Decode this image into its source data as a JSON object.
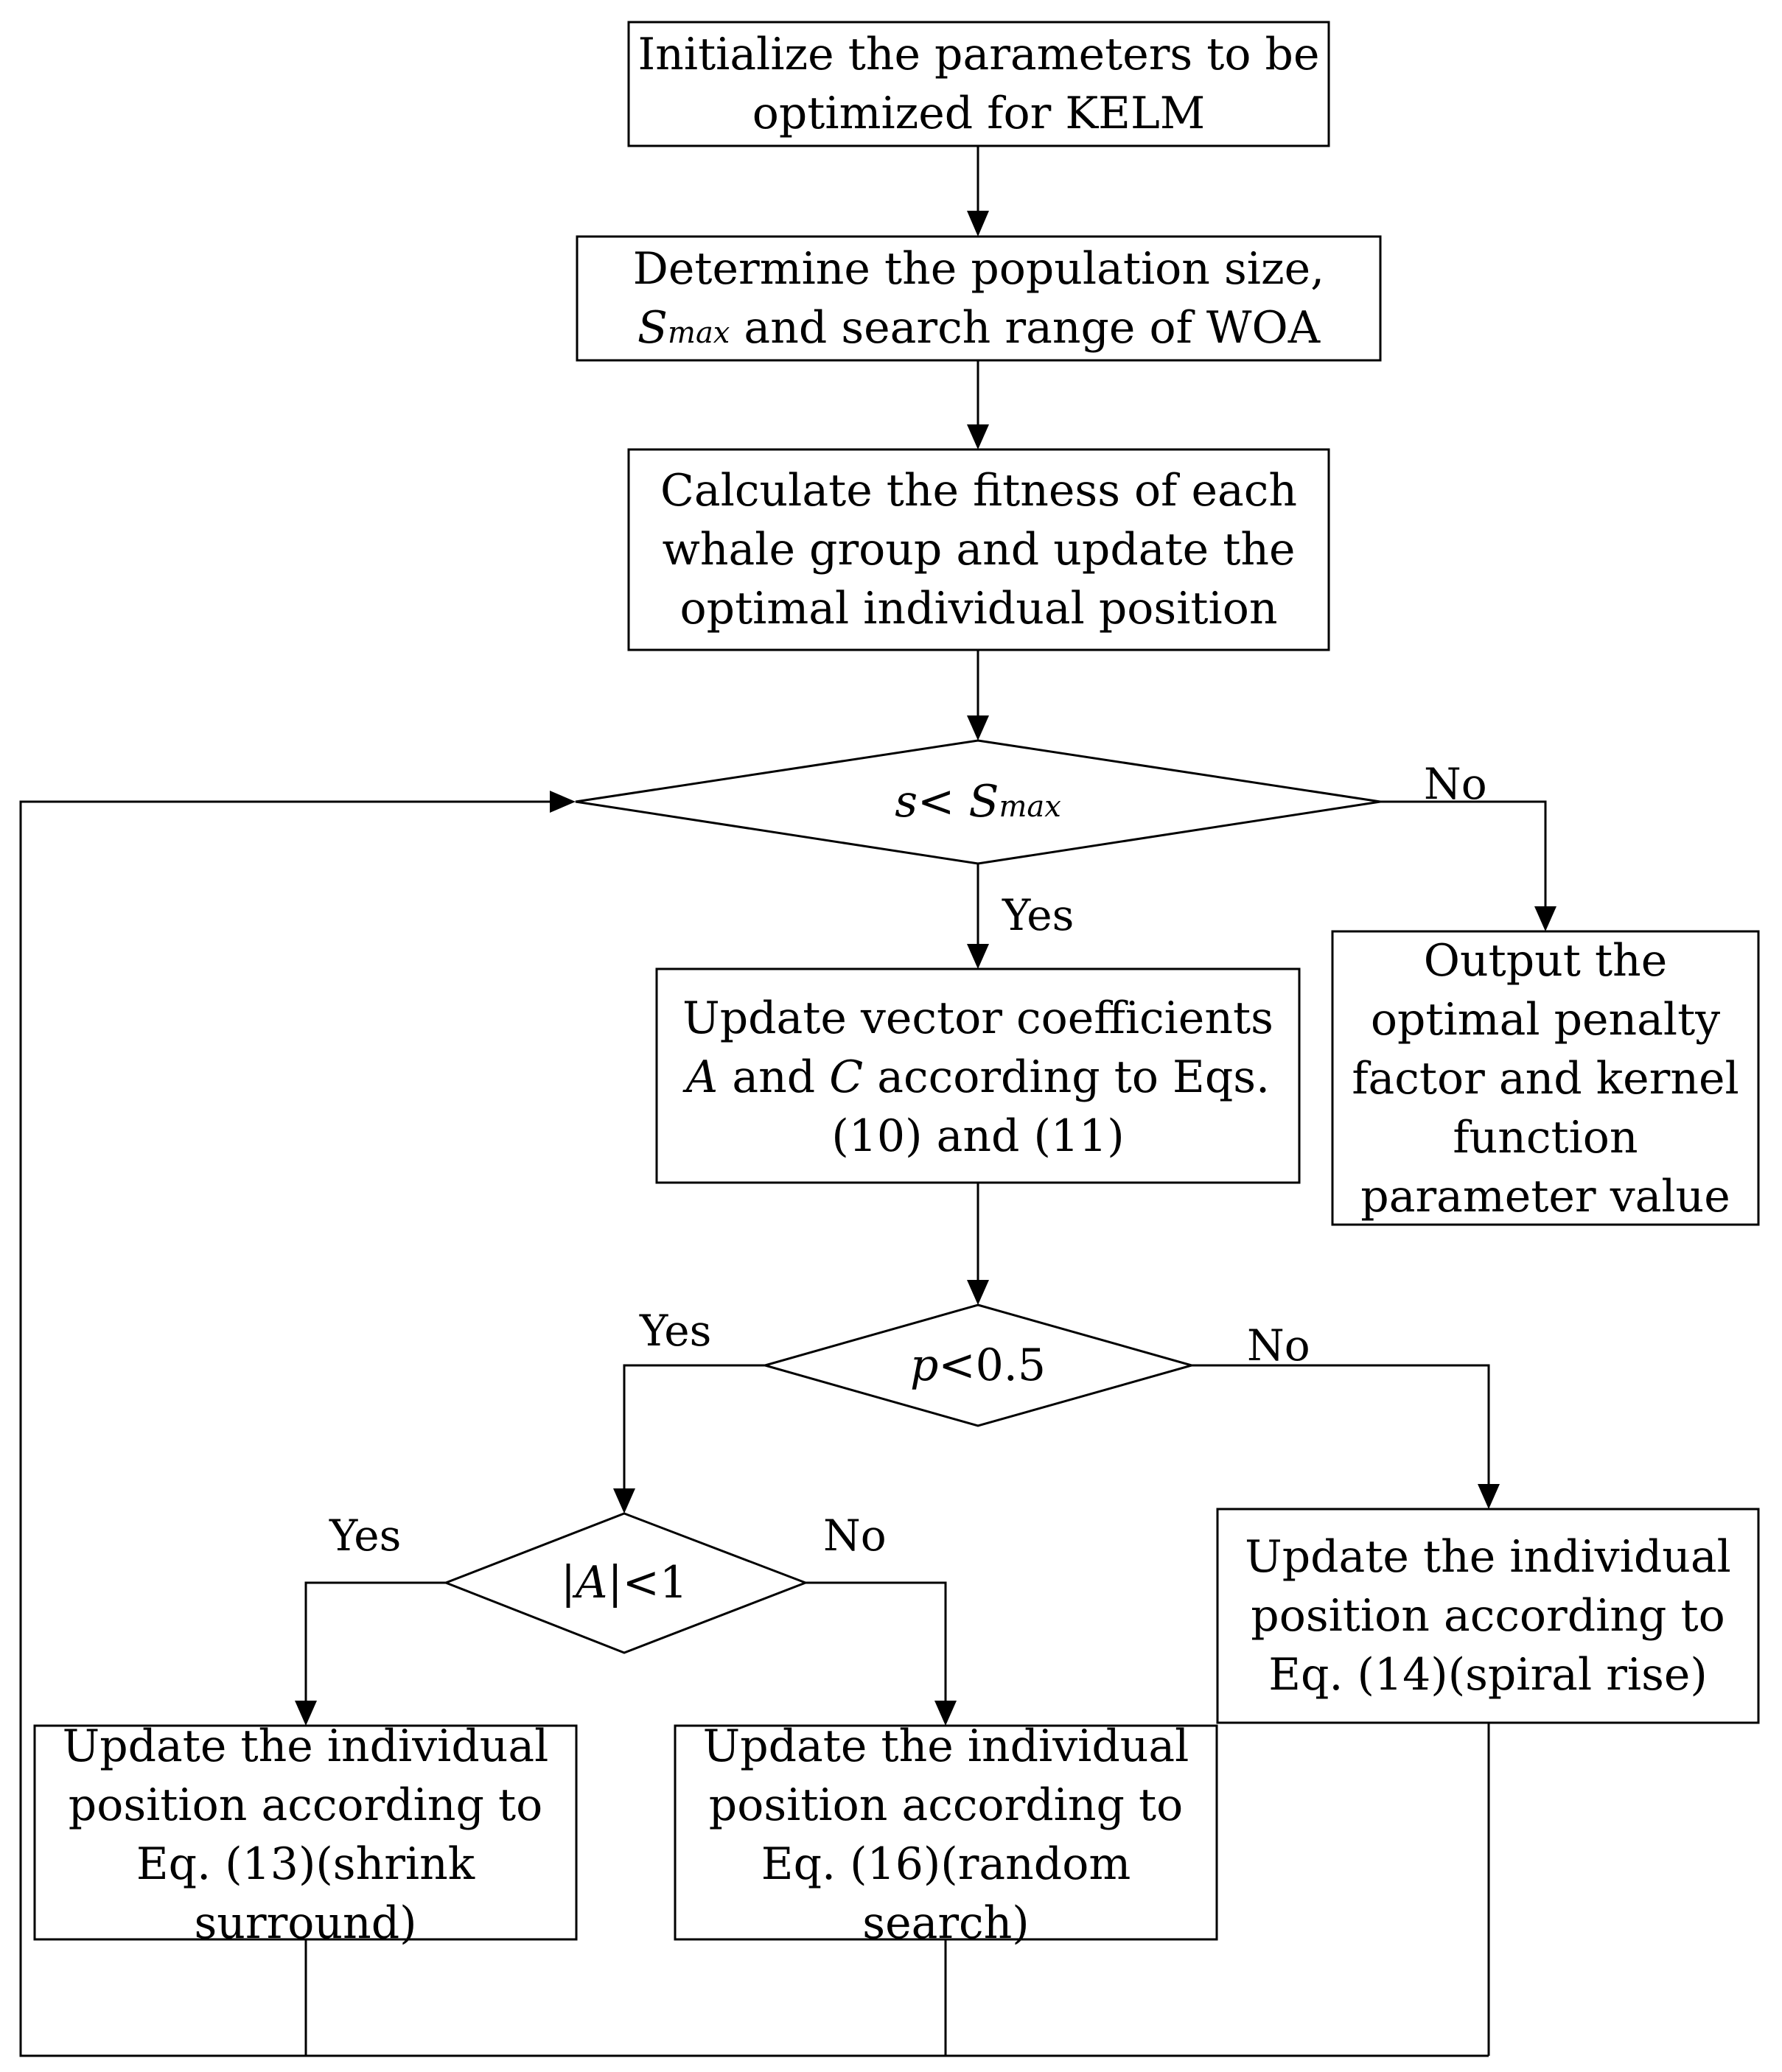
{
  "nodes": {
    "init": {
      "lines": [
        "Initialize the parameters to be",
        "optimized for KELM"
      ]
    },
    "determine": {
      "line1": "Determine the population size,",
      "smax_base": "S",
      "smax_sub": "max",
      "line2_rest": " and search range of WOA"
    },
    "fitness": {
      "lines": [
        "Calculate the fitness of each",
        "whale group and update the",
        "optimal individual position"
      ]
    },
    "decision_s": {
      "s": "s",
      "lt": "< ",
      "S": "S",
      "sub": "max"
    },
    "output": {
      "lines": [
        "Output the",
        "optimal penalty",
        "factor and kernel",
        "function",
        "parameter value"
      ]
    },
    "update_ac": {
      "line1": "Update vector coefficients",
      "A": "A",
      "and": " and ",
      "C": "C",
      "rest": " according to Eqs.",
      "line3": "(10) and (11)"
    },
    "decision_p": {
      "p": "p",
      "rest": "<0.5"
    },
    "decision_a": {
      "bar1": "|",
      "A": "A",
      "rest": "|<1"
    },
    "spiral": {
      "lines": [
        "Update the individual",
        "position  according to",
        "Eq. (14)(spiral rise)"
      ]
    },
    "shrink": {
      "lines": [
        "Update the individual",
        "position  according to",
        "Eq. (13)(shrink",
        "surround)"
      ]
    },
    "random": {
      "lines": [
        "Update the individual",
        "position  according to",
        "Eq. (16)(random",
        "search)"
      ]
    }
  },
  "labels": {
    "s_no": "No",
    "s_yes": "Yes",
    "p_yes": "Yes",
    "p_no": "No",
    "a_yes": "Yes",
    "a_no": "No"
  }
}
